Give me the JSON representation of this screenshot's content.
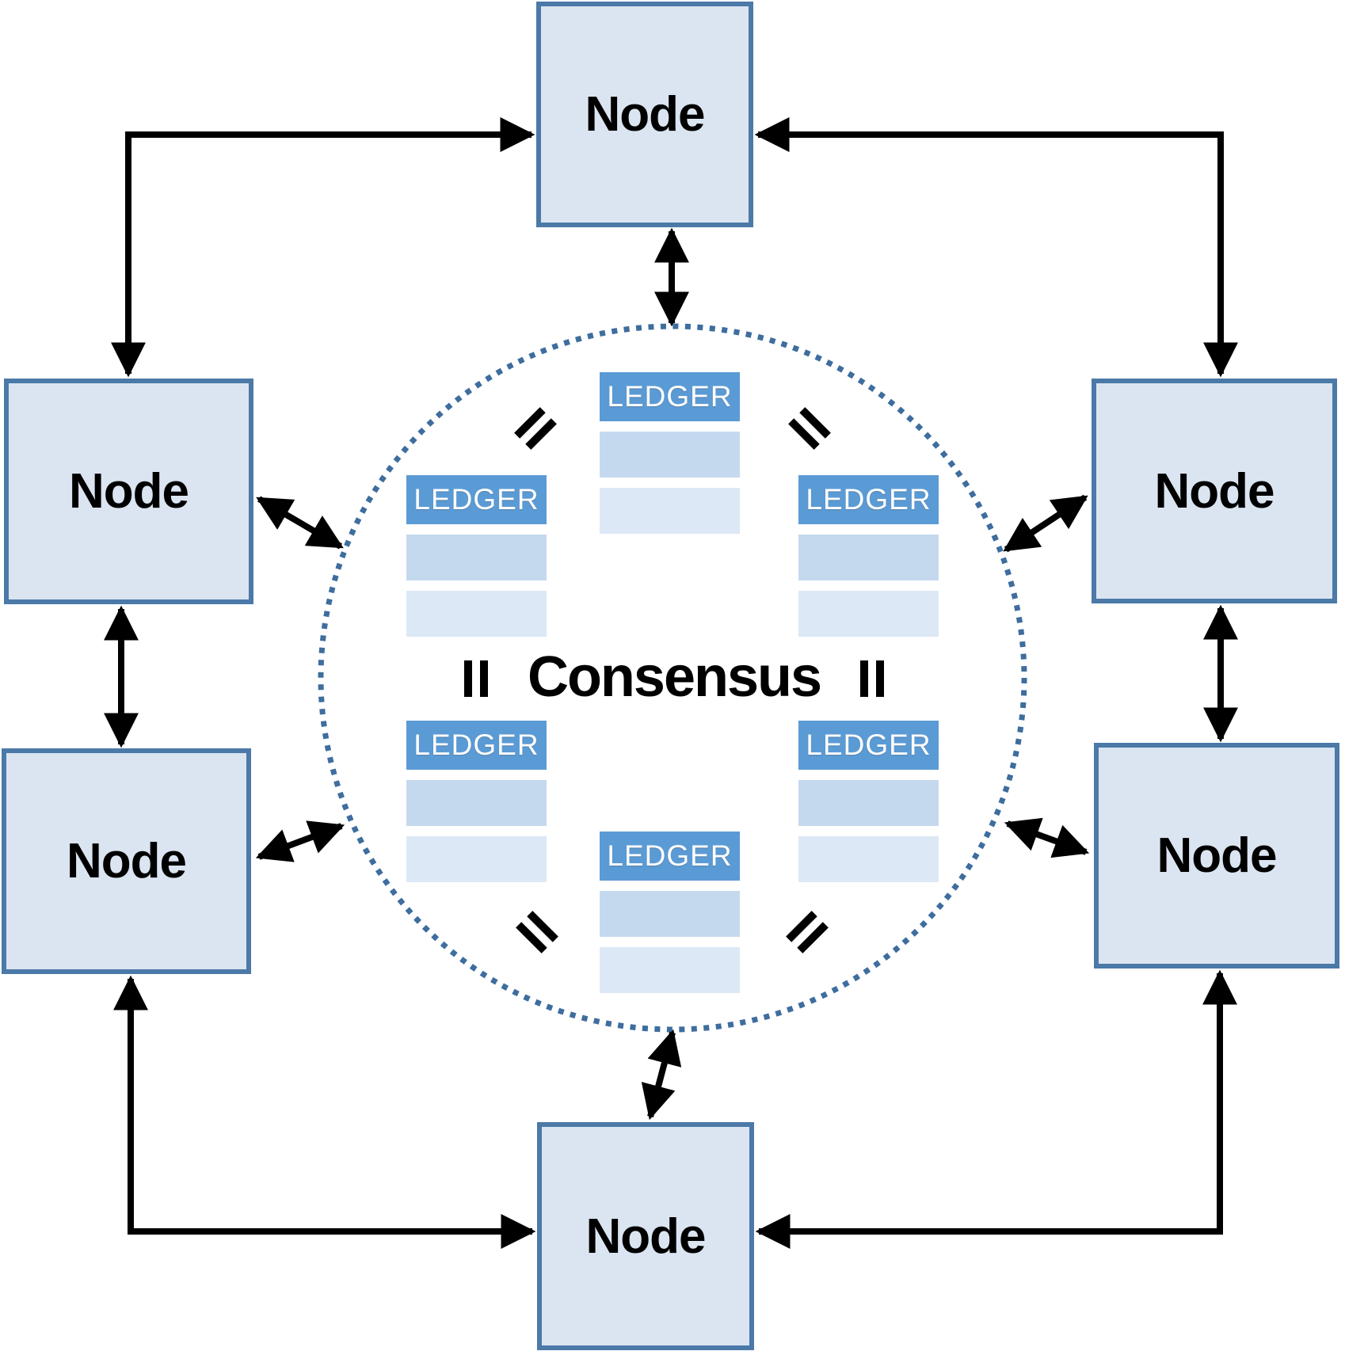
{
  "diagram": {
    "title_hint": "peer-to-peer blockchain consensus network",
    "consensus_label": "Consensus",
    "nodes": [
      {
        "position": "top",
        "label": "Node"
      },
      {
        "position": "upper-left",
        "label": "Node"
      },
      {
        "position": "upper-right",
        "label": "Node"
      },
      {
        "position": "lower-left",
        "label": "Node"
      },
      {
        "position": "lower-right",
        "label": "Node"
      },
      {
        "position": "bottom",
        "label": "Node"
      }
    ],
    "ledgers": [
      {
        "position": "top-center",
        "header": "LEDGER",
        "blank_rows": 2
      },
      {
        "position": "upper-left",
        "header": "LEDGER",
        "blank_rows": 2
      },
      {
        "position": "upper-right",
        "header": "LEDGER",
        "blank_rows": 2
      },
      {
        "position": "lower-left",
        "header": "LEDGER",
        "blank_rows": 2
      },
      {
        "position": "lower-right",
        "header": "LEDGER",
        "blank_rows": 2
      },
      {
        "position": "bottom-center",
        "header": "LEDGER",
        "blank_rows": 2
      }
    ],
    "equals_signs": [
      {
        "position": "top-left",
        "orientation": "diagonal-up-right"
      },
      {
        "position": "top-right",
        "orientation": "diagonal-down-right"
      },
      {
        "position": "mid-left",
        "orientation": "vertical"
      },
      {
        "position": "mid-right",
        "orientation": "vertical"
      },
      {
        "position": "bottom-left",
        "orientation": "diagonal-down-right"
      },
      {
        "position": "bottom-right",
        "orientation": "diagonal-up-right"
      }
    ],
    "connections": [
      "top node <-> consensus circle (vertical double arrow)",
      "bottom node <-> consensus circle (vertical double arrow)",
      "upper-left node <-> consensus circle (diagonal double arrow)",
      "lower-left node <-> consensus circle (diagonal double arrow)",
      "upper-right node <-> consensus circle (diagonal double arrow)",
      "lower-right node <-> consensus circle (diagonal double arrow)",
      "upper-left node <-> lower-left node (vertical double arrow)",
      "upper-right node <-> lower-right node (vertical double arrow)",
      "corner elbow: into top node and into upper-left node",
      "corner elbow: into top node and into upper-right node",
      "corner elbow: into bottom node and into lower-left node",
      "corner elbow: into bottom node and into lower-right node"
    ],
    "colors": {
      "node_fill": "#dbe5f1",
      "node_border": "#4b79a8",
      "ledger_header": "#5b9bd5",
      "ledger_header_text": "#ffffff",
      "ledger_row1": "#c5d9ee",
      "ledger_row2": "#dce8f5",
      "circle_dots": "#3e6d9e",
      "arrow": "#000000",
      "background": "#ffffff"
    }
  }
}
